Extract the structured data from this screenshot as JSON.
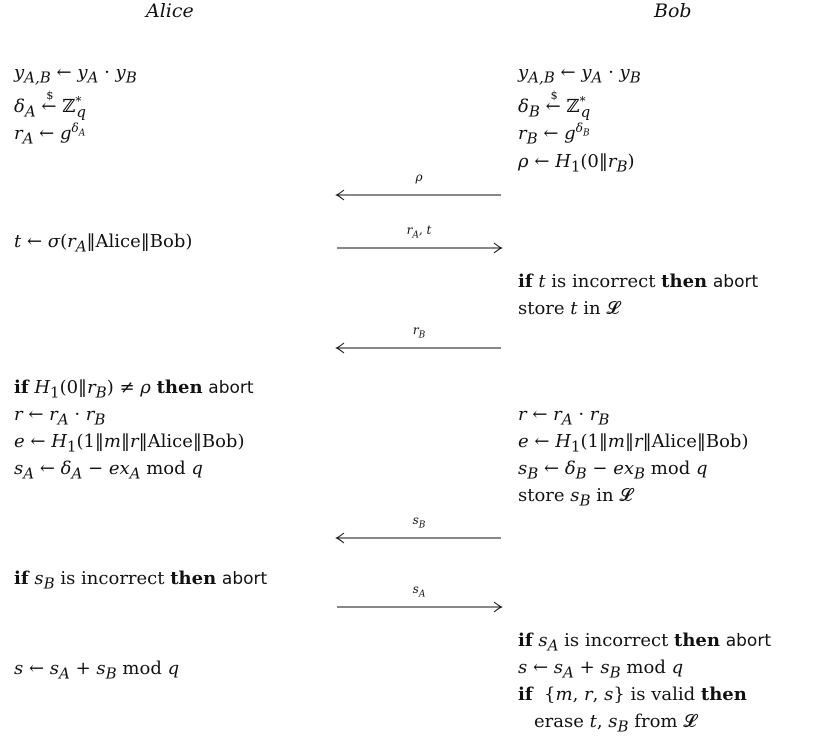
{
  "parties": {
    "left": "Alice",
    "right": "Bob"
  },
  "alice_lines": [
    "y_{A,B} ← y_A · y_B",
    "δ_A ←$ ℤ*_q",
    "r_A ← g^{δ_A}",
    "t ← σ(r_A‖Alice‖Bob)",
    "if H₁(0‖r_B) ≠ ρ then abort",
    "r ← r_A · r_B",
    "e ← H₁(1‖m‖r‖Alice‖Bob)",
    "s_A ← δ_A − ex_A mod q",
    "if s_B is incorrect then abort",
    "s ← s_A + s_B mod q"
  ],
  "bob_lines": [
    "y_{A,B} ← y_A · y_B",
    "δ_B ←$ ℤ*_q",
    "r_B ← g^{δ_B}",
    "ρ ← H₁(0‖r_B)",
    "if t is incorrect then abort",
    "store t in 𝓛",
    "r ← r_A · r_B",
    "e ← H₁(1‖m‖r‖Alice‖Bob)",
    "s_B ← δ_B − ex_B mod q",
    "store s_B in 𝓛",
    "if s_A is incorrect then abort",
    "s ← s_A + s_B mod q",
    "if {m, r, s} is valid then",
    "erase t, s_B from 𝓛"
  ],
  "messages": [
    {
      "label": "ρ",
      "direction": "to-alice"
    },
    {
      "label": "r_A, t",
      "direction": "to-bob"
    },
    {
      "label": "r_B",
      "direction": "to-alice"
    },
    {
      "label": "s_B",
      "direction": "to-alice"
    },
    {
      "label": "s_A",
      "direction": "to-bob"
    }
  ]
}
